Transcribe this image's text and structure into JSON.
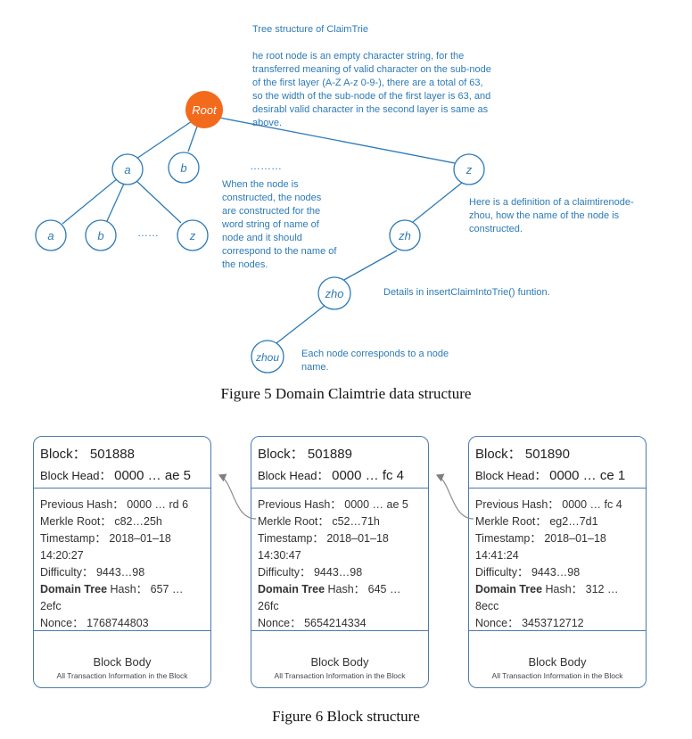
{
  "figure5": {
    "nodes": {
      "root": "Root",
      "a1": "a",
      "b1": "b",
      "z1": "z",
      "a2": "a",
      "b2": "b",
      "z2": "z",
      "zh": "zh",
      "zho": "zho",
      "zhou": "zhou",
      "dots_top": "………",
      "dots_left": "……"
    },
    "annotations": {
      "title": "Tree structure of ClaimTrie",
      "root_desc": "he root node is an empty character string, for the transferred meaning of valid character on the sub-node of the first layer (A-Z A-z 0-9-), there are a total of 63, so the width of the sub-node of the first layer is 63, and desirabl valid character in the second layer is same as above.",
      "construct_desc": "When the node is constructed, the nodes are constructed for the word string of name of node and it should correspond to the name of the nodes.",
      "definition_desc": "Here is a definition of a claimtirenode-zhou, how the name of the node is constructed.",
      "details_desc": "Details in insertClaimIntoTrie() funtion.",
      "each_node_desc": "Each node corresponds to a node name."
    },
    "caption": "Figure 5 Domain Claimtrie data structure",
    "colors": {
      "node_stroke": "#2c7ab7",
      "root_fill": "#f26a1b",
      "text": "#2c7ab7"
    }
  },
  "figure6": {
    "blocks": [
      {
        "block_label": "Block：",
        "block_number": "501888",
        "head_label": "Block Head：",
        "head_value": "0000 … ae 5",
        "prev_hash": "Previous Hash： 0000 … rd 6",
        "merkle_root": "Merkle Root： c82…25h",
        "timestamp": "Timestamp： 2018–01–18",
        "time": "14:20:27",
        "difficulty": "Difficulty： 9443…98",
        "domain_tree_bold": "Domain Tree",
        "domain_tree_rest": " Hash： 657 …",
        "domain_tree_tail": "2efc",
        "nonce": "Nonce： 1768744803",
        "body_title": "Block Body",
        "body_sub": "All Transaction Information in the Block"
      },
      {
        "block_label": "Block：",
        "block_number": "501889",
        "head_label": "Block Head：",
        "head_value": "0000 … fc 4",
        "prev_hash": "Previous Hash： 0000 … ae 5",
        "merkle_root": "Merkle Root： c52…71h",
        "timestamp": "Timestamp： 2018–01–18",
        "time": "14:30:47",
        "difficulty": "Difficulty： 9443…98",
        "domain_tree_bold": "Domain Tree",
        "domain_tree_rest": " Hash： 645 …",
        "domain_tree_tail": "26fc",
        "nonce": "Nonce： 5654214334",
        "body_title": "Block Body",
        "body_sub": "All Transaction Information in the Block"
      },
      {
        "block_label": "Block：",
        "block_number": "501890",
        "head_label": "Block Head：",
        "head_value": "0000 … ce 1",
        "prev_hash": "Previous Hash： 0000 … fc 4",
        "merkle_root": "Merkle Root： eg2…7d1",
        "timestamp": "Timestamp： 2018–01–18",
        "time": "14:41:24",
        "difficulty": "Difficulty： 9443…98",
        "domain_tree_bold": "Domain Tree",
        "domain_tree_rest": " Hash： 312 …",
        "domain_tree_tail": "8ecc",
        "nonce": "Nonce： 3453712712",
        "body_title": "Block Body",
        "body_sub": "All Transaction Information in the Block"
      }
    ],
    "caption": "Figure 6 Block structure",
    "colors": {
      "border": "#4a7ab0",
      "arrow": "#8a8a8a"
    }
  }
}
